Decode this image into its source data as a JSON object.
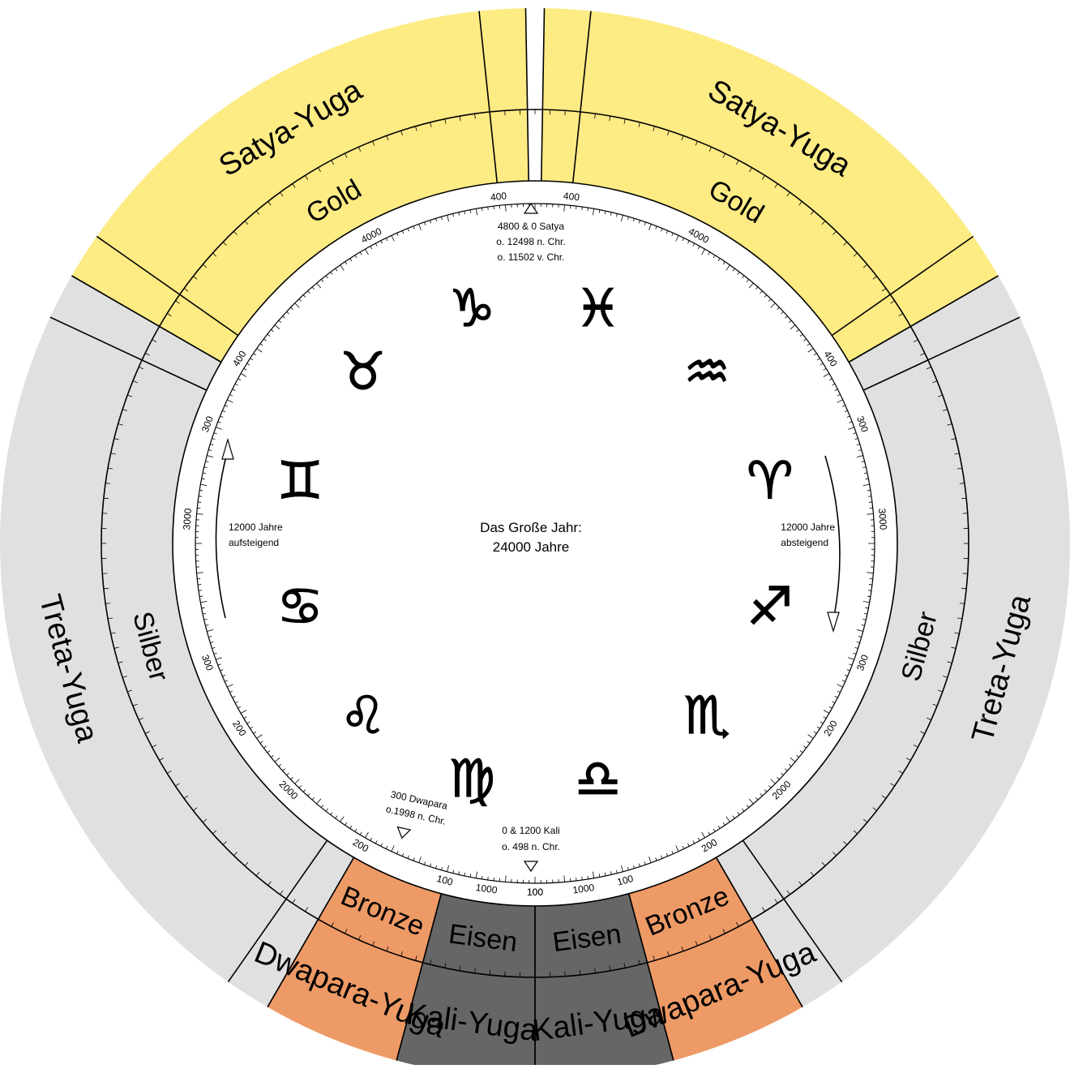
{
  "center": {
    "title_line1": "Das Große Jahr:",
    "title_line2": "24000 Jahre"
  },
  "colors": {
    "gold": "#fdeb84",
    "silver": "#e0e0e0",
    "bronze": "#ee9a66",
    "iron": "#666666",
    "line": "#000000",
    "inner": "#ffffff"
  },
  "segments": [
    {
      "id": "satya-left",
      "yuga": "Satya-Yuga",
      "metal": "Gold",
      "color": "gold"
    },
    {
      "id": "satya-right",
      "yuga": "Satya-Yuga",
      "metal": "Gold",
      "color": "gold"
    },
    {
      "id": "treta-right",
      "yuga": "Treta-Yuga",
      "metal": "Silber",
      "color": "silver"
    },
    {
      "id": "dwapara-right",
      "yuga": "Dwapara-Yuga",
      "metal": "Bronze",
      "color": "bronze"
    },
    {
      "id": "kali-right",
      "yuga": "Kali-Yuga",
      "metal": "Eisen",
      "color": "iron"
    },
    {
      "id": "kali-left",
      "yuga": "Kali-Yuga",
      "metal": "Eisen",
      "color": "iron"
    },
    {
      "id": "dwapara-left",
      "yuga": "Dwapara-Yuga",
      "metal": "Bronze",
      "color": "bronze"
    },
    {
      "id": "treta-left",
      "yuga": "Treta-Yuga",
      "metal": "Silber",
      "color": "silver"
    }
  ],
  "markers": {
    "top": {
      "line1": "4800 & 0 Satya",
      "line2": "o. 12498 n. Chr.",
      "line3": "o. 11502 v. Chr."
    },
    "bottom": {
      "line1": "0 & 1200 Kali",
      "line2": "o. 498 n. Chr."
    },
    "dwapara": {
      "line1": "300 Dwapara",
      "line2": "o.1998 n. Chr."
    }
  },
  "arrows": {
    "left": {
      "line1": "12000 Jahre",
      "line2": "aufsteigend"
    },
    "right": {
      "line1": "12000 Jahre",
      "line2": "absteigend"
    }
  },
  "scale_labels": [
    "400",
    "400",
    "4000",
    "4000",
    "400",
    "300",
    "3000",
    "300",
    "200",
    "2000",
    "200",
    "100",
    "1000",
    "100",
    "100",
    "1000",
    "100",
    "200",
    "2000",
    "200",
    "300",
    "3000",
    "300",
    "400"
  ],
  "zodiac": [
    {
      "name": "capricorn-icon",
      "symbol": "♑"
    },
    {
      "name": "pisces-icon",
      "symbol": "♓"
    },
    {
      "name": "aquarius-icon",
      "symbol": "♒"
    },
    {
      "name": "aries-icon",
      "symbol": "♈"
    },
    {
      "name": "sagittarius-icon",
      "symbol": "♐"
    },
    {
      "name": "scorpio-icon",
      "symbol": "♏"
    },
    {
      "name": "libra-icon",
      "symbol": "♎"
    },
    {
      "name": "virgo-icon",
      "symbol": "♍"
    },
    {
      "name": "leo-icon",
      "symbol": "♌"
    },
    {
      "name": "cancer-icon",
      "symbol": "♋"
    },
    {
      "name": "gemini-icon",
      "symbol": "♊"
    },
    {
      "name": "taurus-icon",
      "symbol": "♉"
    }
  ]
}
